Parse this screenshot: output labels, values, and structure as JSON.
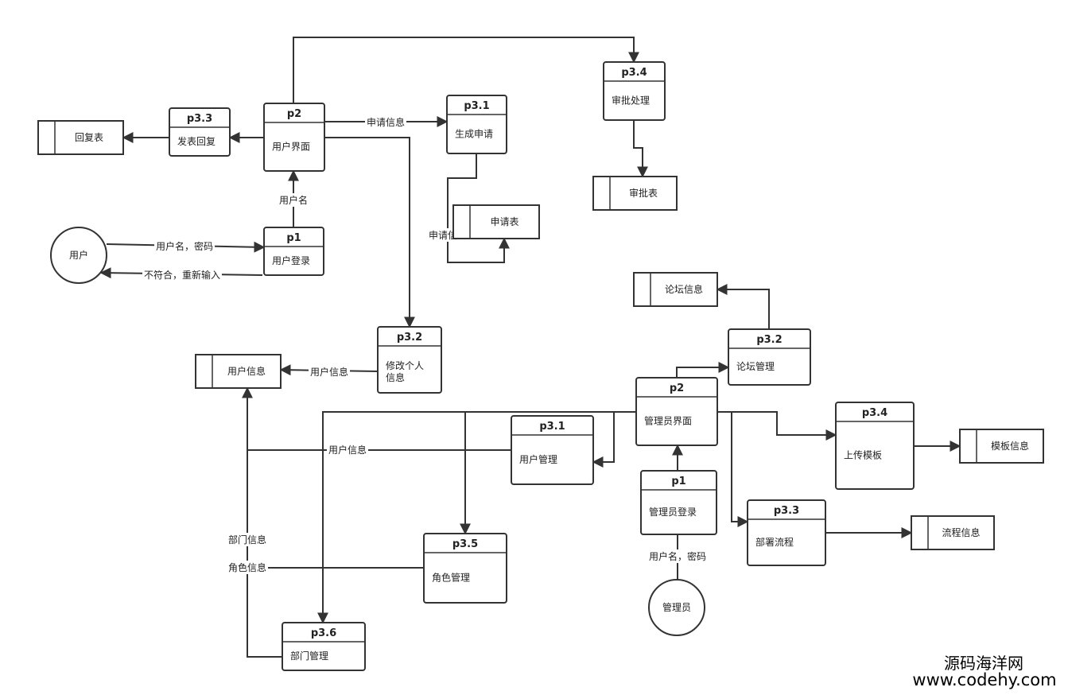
{
  "processes": [
    {
      "key": "u_p2",
      "id": "p2",
      "name": "用户界面"
    },
    {
      "key": "u_p1",
      "id": "p1",
      "name": "用户登录"
    },
    {
      "key": "u_p33",
      "id": "p3.3",
      "name": "发表回复"
    },
    {
      "key": "u_p31",
      "id": "p3.1",
      "name": "生成申请"
    },
    {
      "key": "u_p34",
      "id": "p3.4",
      "name": "审批处理"
    },
    {
      "key": "u_p32",
      "id": "p3.2",
      "name": "修改个人信息",
      "lines": [
        "修改个人",
        "信息"
      ]
    },
    {
      "key": "a_p2",
      "id": "p2",
      "name": "管理员界面"
    },
    {
      "key": "a_p1",
      "id": "p1",
      "name": "管理员登录"
    },
    {
      "key": "a_p32",
      "id": "p3.2",
      "name": "论坛管理"
    },
    {
      "key": "a_p31",
      "id": "p3.1",
      "name": "用户管理"
    },
    {
      "key": "a_p34",
      "id": "p3.4",
      "name": "上传模板"
    },
    {
      "key": "a_p33",
      "id": "p3.3",
      "name": "部署流程"
    },
    {
      "key": "a_p35",
      "id": "p3.5",
      "name": "角色管理"
    },
    {
      "key": "a_p36",
      "id": "p3.6",
      "name": "部门管理"
    }
  ],
  "stores": [
    {
      "key": "s_reply",
      "name": "回复表"
    },
    {
      "key": "s_apply",
      "name": "申请表"
    },
    {
      "key": "s_approve",
      "name": "审批表"
    },
    {
      "key": "s_userinfo",
      "name": "用户信息"
    },
    {
      "key": "s_forum",
      "name": "论坛信息"
    },
    {
      "key": "s_template",
      "name": "模板信息"
    },
    {
      "key": "s_flow",
      "name": "流程信息"
    }
  ],
  "entities": [
    {
      "key": "e_user",
      "name": "用户"
    },
    {
      "key": "e_admin",
      "name": "管理员"
    }
  ],
  "flow_labels": {
    "username_password": "用户名，密码",
    "invalid_reenter": "不符合，重新输入",
    "username": "用户名",
    "apply_info": "申请信息",
    "apply_info_2": "申请信息",
    "user_info": "用户信息",
    "user_info_2": "用户信息",
    "dept_info": "部门信息",
    "role_info": "角色信息",
    "admin_username_password": "用户名，密码"
  },
  "watermark": {
    "line1": "源码海洋网",
    "line2": "www.codehy.com"
  }
}
